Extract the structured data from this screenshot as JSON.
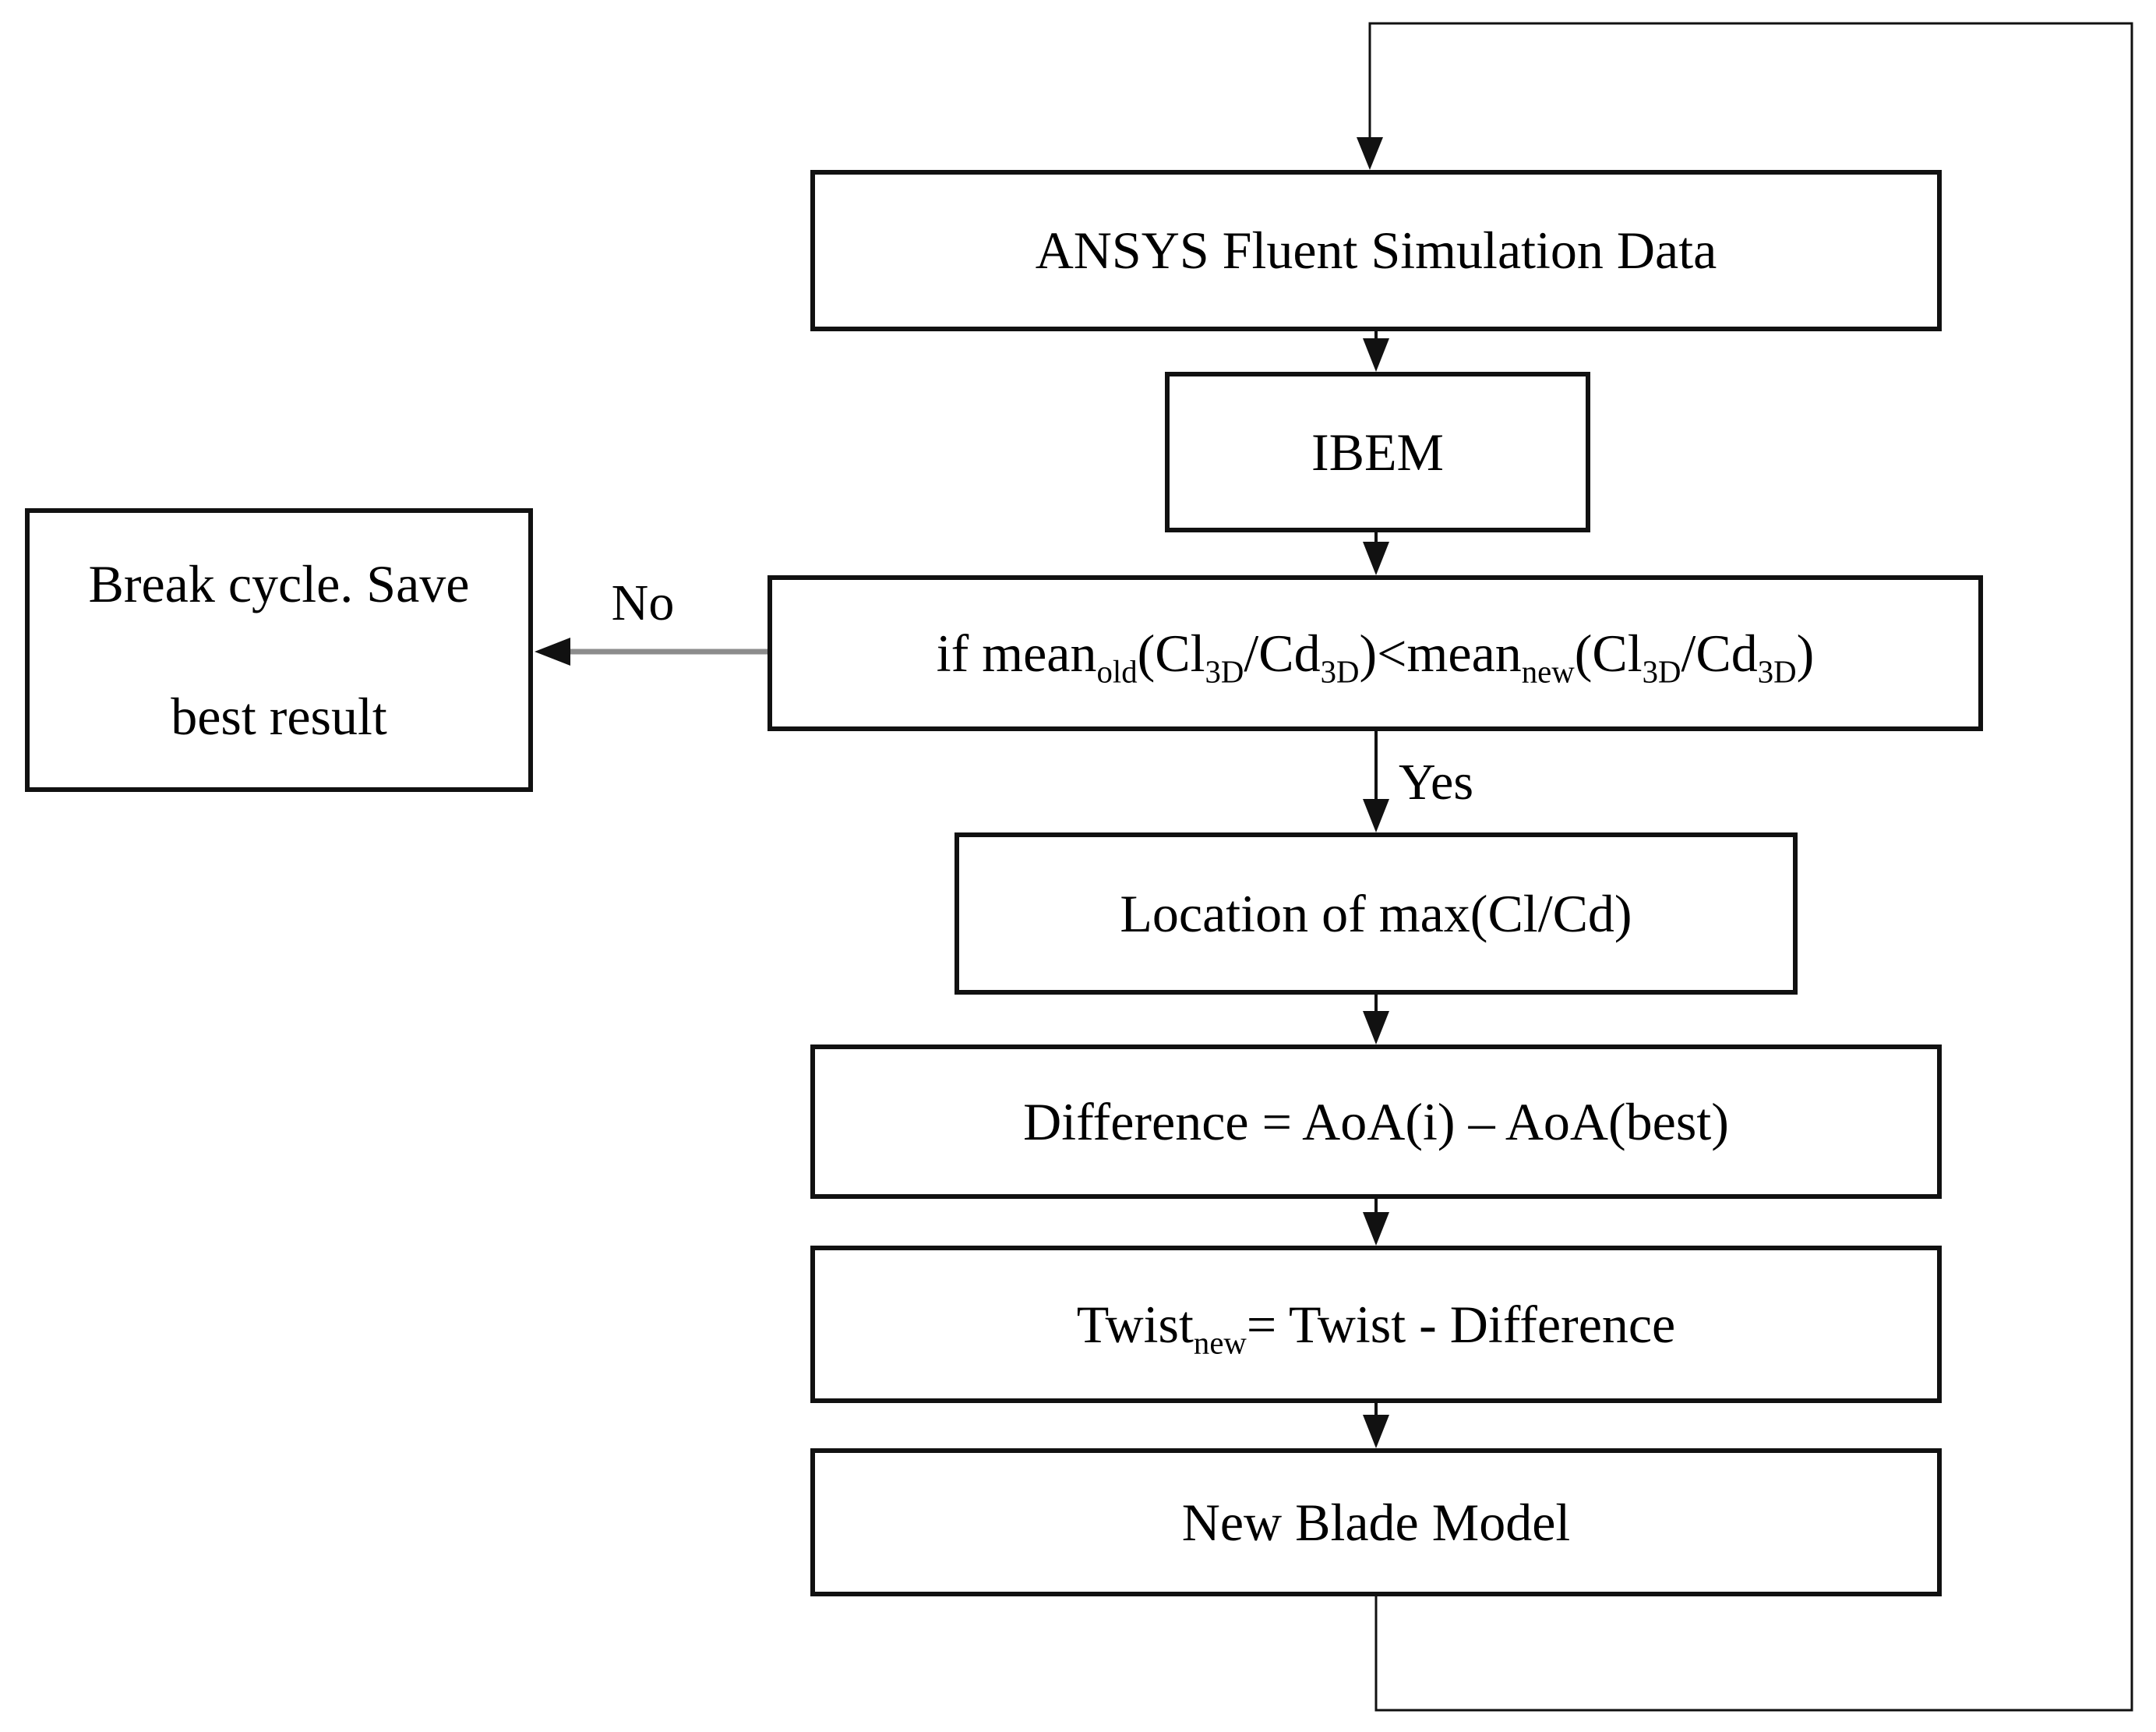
{
  "figure": {
    "background_color": "#ffffff",
    "line_color": "#111111",
    "no_arrow_line_color": "#8c8c8c",
    "text_color": "#000000"
  },
  "nodes": {
    "ansys": {
      "label": "ANSYS Fluent Simulation Data"
    },
    "ibem": {
      "label": "IBEM"
    },
    "decision": {
      "rich": [
        {
          "t": "if mean"
        },
        {
          "t": "old",
          "sub": true
        },
        {
          "t": "(Cl"
        },
        {
          "t": "3D",
          "sub": true
        },
        {
          "t": "/Cd"
        },
        {
          "t": "3D",
          "sub": true
        },
        {
          "t": ")<mean"
        },
        {
          "t": "new",
          "sub": true
        },
        {
          "t": "(Cl"
        },
        {
          "t": "3D",
          "sub": true
        },
        {
          "t": "/Cd"
        },
        {
          "t": "3D",
          "sub": true
        },
        {
          "t": ")"
        }
      ]
    },
    "break_cycle": {
      "line1": "Break cycle. Save",
      "line2": "best result"
    },
    "location": {
      "label": "Location of max(Cl/Cd)"
    },
    "difference": {
      "label": "Difference = AoA(i) – AoA(best)"
    },
    "twist": {
      "rich": [
        {
          "t": "Twist"
        },
        {
          "t": "new",
          "sub": true
        },
        {
          "t": "= Twist - Difference"
        }
      ]
    },
    "new_blade": {
      "label": "New Blade Model"
    }
  },
  "edge_labels": {
    "no": "No",
    "yes": "Yes"
  }
}
